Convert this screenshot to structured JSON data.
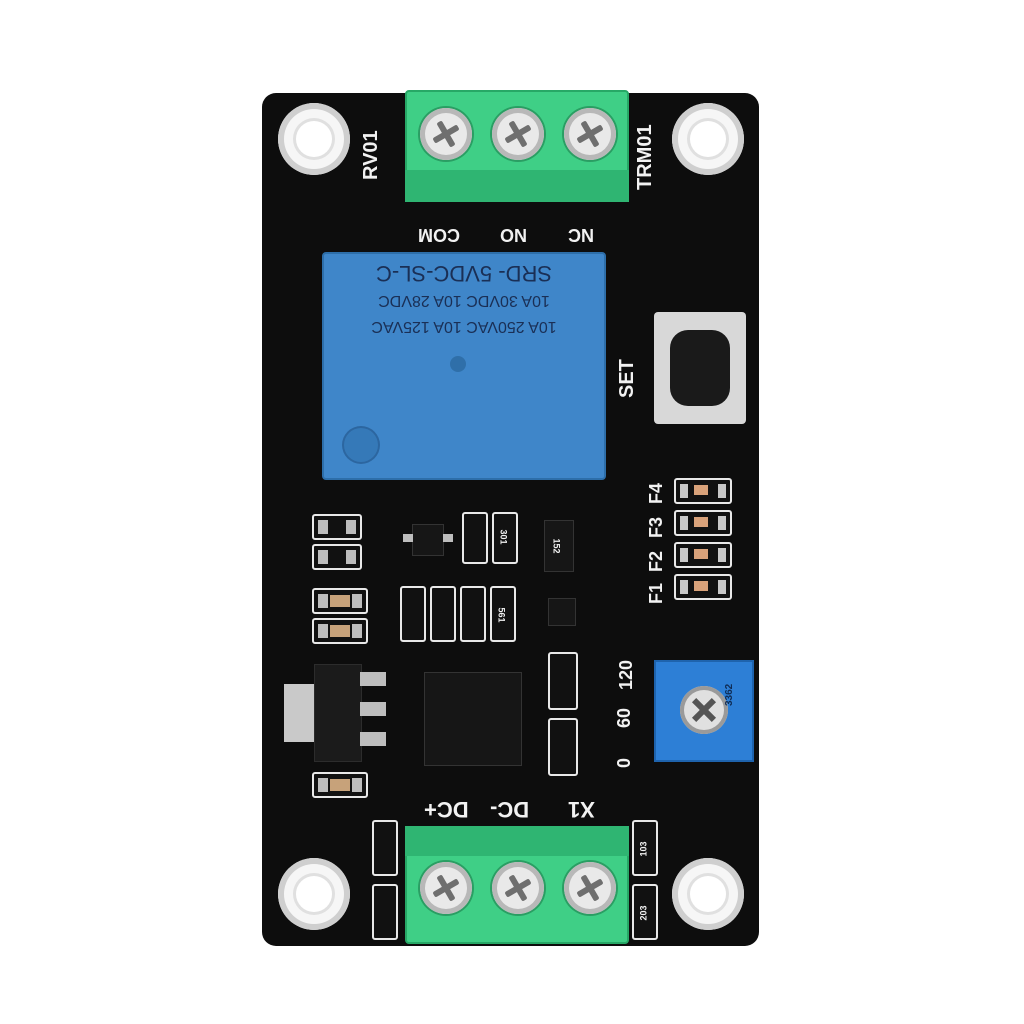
{
  "board": {
    "relay_header_label": "RV01",
    "relay_right_label": "TRM01",
    "terminal_top_labels": [
      "COM",
      "NO",
      "NC"
    ],
    "relay_lines": [
      "SRD- 5VDC-SL-C",
      "10A 30VDC 10A 28VDC",
      "10A 250VAC 10A 125VAC"
    ],
    "set_label": "SET",
    "led_labels": [
      "F4",
      "F3",
      "F2",
      "F1"
    ],
    "pot_scale": [
      "120",
      "60",
      "0"
    ],
    "pot_marking": "3362",
    "terminal_bottom_labels": [
      "DC+",
      "DC-",
      "X1"
    ],
    "smd_codes": [
      "301",
      "152",
      "561",
      "103",
      "203"
    ]
  },
  "colors": {
    "pcb": "#0d0d0d",
    "terminal": "#3fcf86",
    "relay": "#3f86c9",
    "potentiometer": "#2d7fd6",
    "silkscreen": "#f2f2f2"
  }
}
